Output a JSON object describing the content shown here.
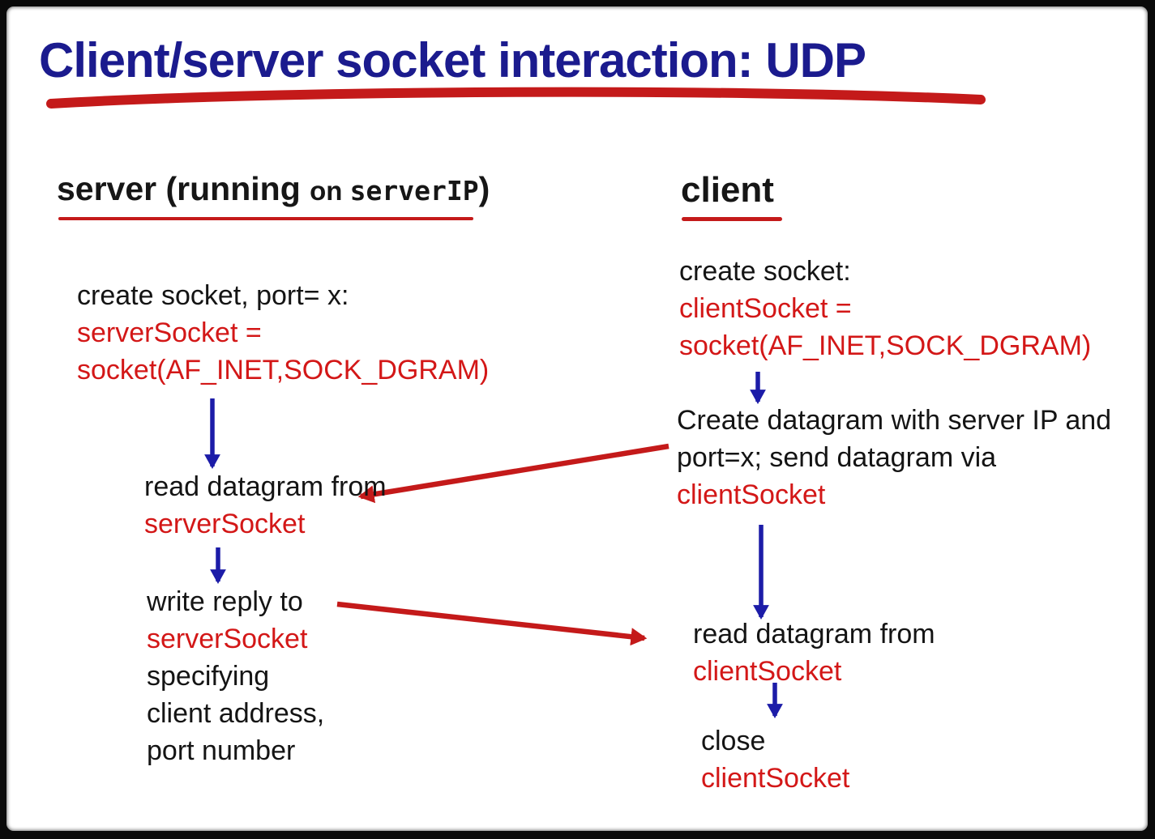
{
  "slide": {
    "title": "Client/server socket interaction: UDP"
  },
  "server": {
    "heading_name": "server",
    "heading_paren": " (running ",
    "heading_on": "on ",
    "heading_host": "serverIP",
    "heading_close": ")",
    "step1_line1": "create socket, port= x:",
    "step1_code1": "serverSocket =",
    "step1_code2": "socket(AF_INET,SOCK_DGRAM)",
    "step2_line1": "read datagram from",
    "step2_code1": "serverSocket",
    "step3_line1": "write reply to",
    "step3_code1": "serverSocket",
    "step3_line2": "specifying",
    "step3_line3": "client address,",
    "step3_line4": "port number"
  },
  "client": {
    "heading_name": "client",
    "step1_line1": "create socket:",
    "step1_code1": "clientSocket =",
    "step1_code2": "socket(AF_INET,SOCK_DGRAM)",
    "step2_line1": "Create datagram with server IP and",
    "step2_line2": "port=x; send datagram via",
    "step2_code1": "clientSocket",
    "step3_line1": "read datagram from",
    "step3_code1": "clientSocket",
    "step4_line1": "close",
    "step4_code1": "clientSocket"
  },
  "colors": {
    "title_blue": "#1b1b8e",
    "arrow_blue": "#1c1ca8",
    "accent_red": "#d31717",
    "underline_red": "#c41a1a",
    "text_black": "#141414",
    "frame_black": "#0a0a0a"
  }
}
